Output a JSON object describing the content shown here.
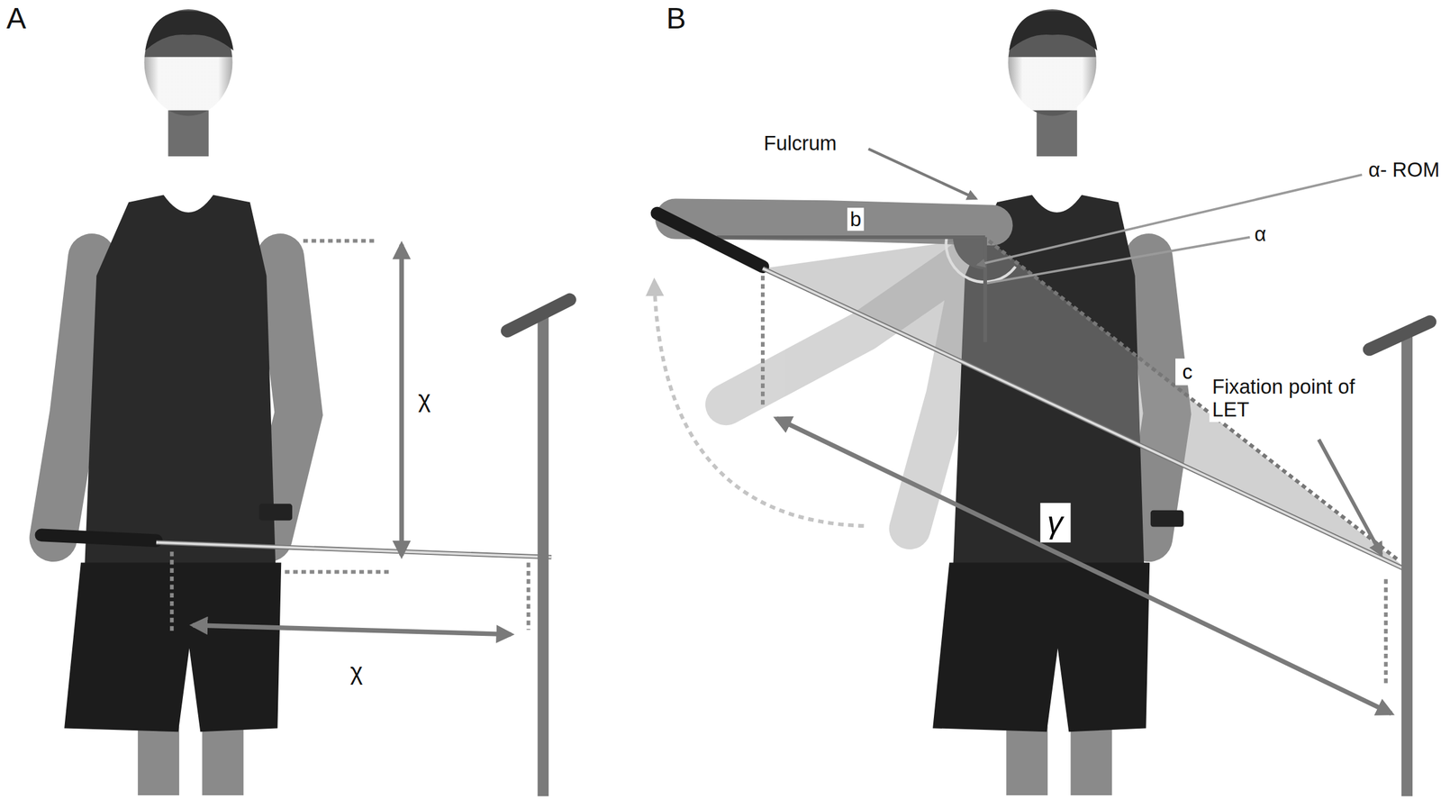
{
  "diagram": {
    "nodes": [
      {
        "text": [
          "c"
        ]
      },
      {
        "text": [
          "γ"
        ]
      }
    ],
    "labels": [
      "A",
      "χ",
      "χ",
      "B",
      "Fulcrum",
      "b",
      "α- ROM",
      "α",
      "Fixation point of LET"
    ]
  }
}
